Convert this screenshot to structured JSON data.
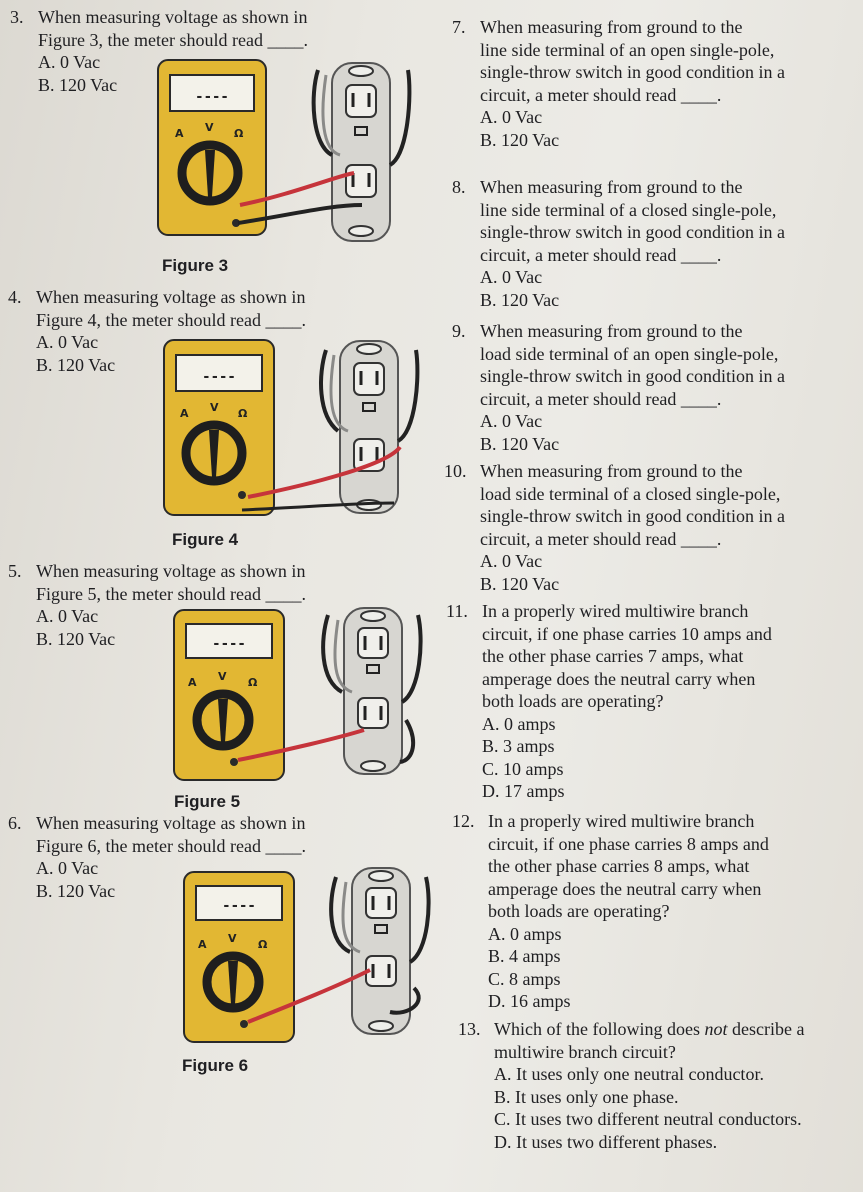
{
  "left_questions": [
    {
      "num": "3.",
      "stem_lines": [
        "When measuring voltage as shown in",
        "Figure 3, the meter should read"
      ],
      "blank": "____.",
      "options": [
        "A. 0 Vac",
        "B. 120 Vac"
      ],
      "figure": "Figure 3"
    },
    {
      "num": "4.",
      "stem_lines": [
        "When measuring voltage as shown in",
        "Figure 4, the meter should read"
      ],
      "blank": "____.",
      "options": [
        "A. 0 Vac",
        "B. 120 Vac"
      ],
      "figure": "Figure 4"
    },
    {
      "num": "5.",
      "stem_lines": [
        "When measuring voltage as shown in",
        "Figure 5, the meter should read"
      ],
      "blank": "____.",
      "options": [
        "A. 0 Vac",
        "B. 120 Vac"
      ],
      "figure": "Figure 5"
    },
    {
      "num": "6.",
      "stem_lines": [
        "When measuring voltage as shown in",
        "Figure 6, the meter should read"
      ],
      "blank": "____.",
      "options": [
        "A. 0 Vac",
        "B. 120 Vac"
      ],
      "figure": "Figure 6"
    }
  ],
  "meter": {
    "display": "----",
    "label_a": "A",
    "label_v": "V",
    "label_ohm": "Ω"
  },
  "q7": {
    "num": "7.",
    "lines": [
      "When measuring from ground to the",
      "line side terminal of an open single-pole,",
      "single-throw switch in good condition in a",
      "circuit, a meter should read ____."
    ],
    "options": [
      "A. 0 Vac",
      "B. 120 Vac"
    ]
  },
  "q8": {
    "num": "8.",
    "lines": [
      "When measuring from ground to the",
      "line side terminal of a closed single-pole,",
      "single-throw switch in good condition in a",
      "circuit, a meter should read ____."
    ],
    "options": [
      "A. 0 Vac",
      "B. 120 Vac"
    ]
  },
  "q9": {
    "num": "9.",
    "lines": [
      "When measuring from ground to the",
      "load side terminal of an open single-pole,",
      "single-throw switch in good condition in a",
      "circuit, a meter should read ____."
    ],
    "options": [
      "A. 0 Vac",
      "B. 120 Vac"
    ]
  },
  "q10": {
    "num": "10.",
    "lines": [
      "When measuring from ground to the",
      "load side terminal of a closed single-pole,",
      "single-throw switch in good condition in a",
      "circuit, a meter should read ____."
    ],
    "options": [
      "A. 0 Vac",
      "B. 120 Vac"
    ]
  },
  "q11": {
    "num": "11.",
    "lines": [
      "In a properly wired multiwire branch",
      "circuit, if one phase carries 10 amps and",
      "the other phase carries 7 amps, what",
      "amperage does the neutral carry when",
      "both loads are operating?"
    ],
    "options": [
      "A. 0 amps",
      "B. 3 amps",
      "C. 10 amps",
      "D. 17 amps"
    ]
  },
  "q12": {
    "num": "12.",
    "lines": [
      "In a properly wired multiwire branch",
      "circuit, if one phase carries 8 amps and",
      "the other phase carries 8 amps, what",
      "amperage does the neutral carry when",
      "both loads are operating?"
    ],
    "options": [
      "A. 0 amps",
      "B. 4 amps",
      "C. 8 amps",
      "D. 16 amps"
    ]
  },
  "q13": {
    "num": "13.",
    "line1_pre": "Which of the following does ",
    "line1_em": "not",
    "line1_post": " describe a",
    "line2": "multiwire branch circuit?",
    "options": [
      "A. It uses only one neutral conductor.",
      "B. It uses only one phase.",
      "C. It uses two different neutral conductors.",
      "D. It uses two different phases."
    ]
  }
}
